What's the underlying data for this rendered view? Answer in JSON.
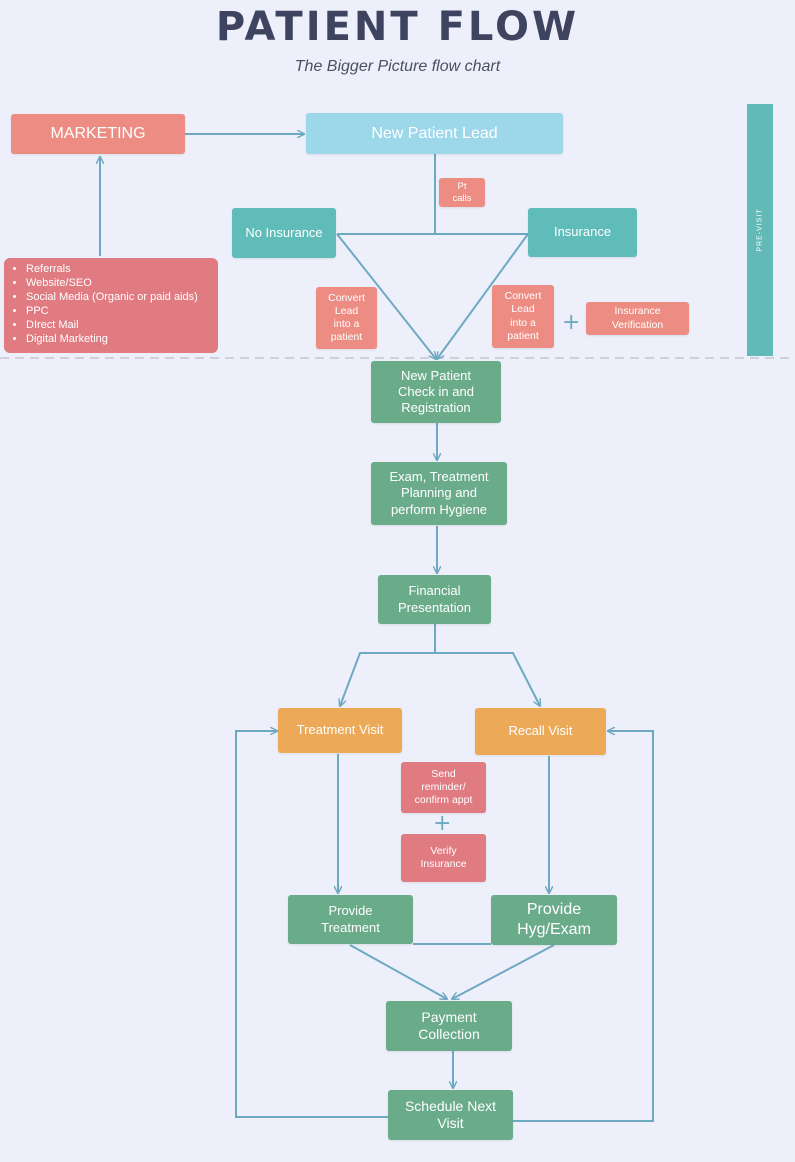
{
  "header": {
    "title": "PATIENT  FLOW",
    "subtitle": "The Bigger Picture flow chart"
  },
  "pre_visit_label": "PRE-VISIT",
  "marketing": {
    "label": "MARKETING",
    "channels": [
      "Referrals",
      "Website/SEO",
      "Social Media (Organic or paid aids)",
      "PPC",
      "DIrect Mail",
      "Digital Marketing"
    ]
  },
  "nodes": {
    "new_patient_lead": "New Patient Lead",
    "pt_calls": "Pt\ncalls",
    "no_insurance": "No Insurance",
    "insurance": "Insurance",
    "convert_lead_left": "Convert\nLead\ninto a\npatient",
    "convert_lead_right": "Convert\nLead\ninto a\npatient",
    "insurance_verification": "Insurance\nVerification",
    "check_in": "New Patient\nCheck in and\nRegistration",
    "exam": "Exam, Treatment\nPlanning and\nperform Hygiene",
    "financial": "Financial\nPresentation",
    "treatment_visit": "Treatment Visit",
    "recall_visit": "Recall Visit",
    "send_reminder": "Send\nreminder/\nconfirm appt",
    "verify_insurance": "Verify\nInsurance",
    "provide_treatment": "Provide\nTreatment",
    "provide_hyg": "Provide\nHyg/Exam",
    "payment": "Payment\nCollection",
    "schedule_next": "Schedule Next\nVisit"
  },
  "colors": {
    "marketing": "#ec8c83",
    "lead": "#9cd8ea",
    "insurance_branch": "#5fbcb8",
    "process": "#6aab8a",
    "visit": "#ecaa58",
    "note": "#e07b82",
    "connector": "#6ea9c2",
    "title": "#3e4460"
  }
}
